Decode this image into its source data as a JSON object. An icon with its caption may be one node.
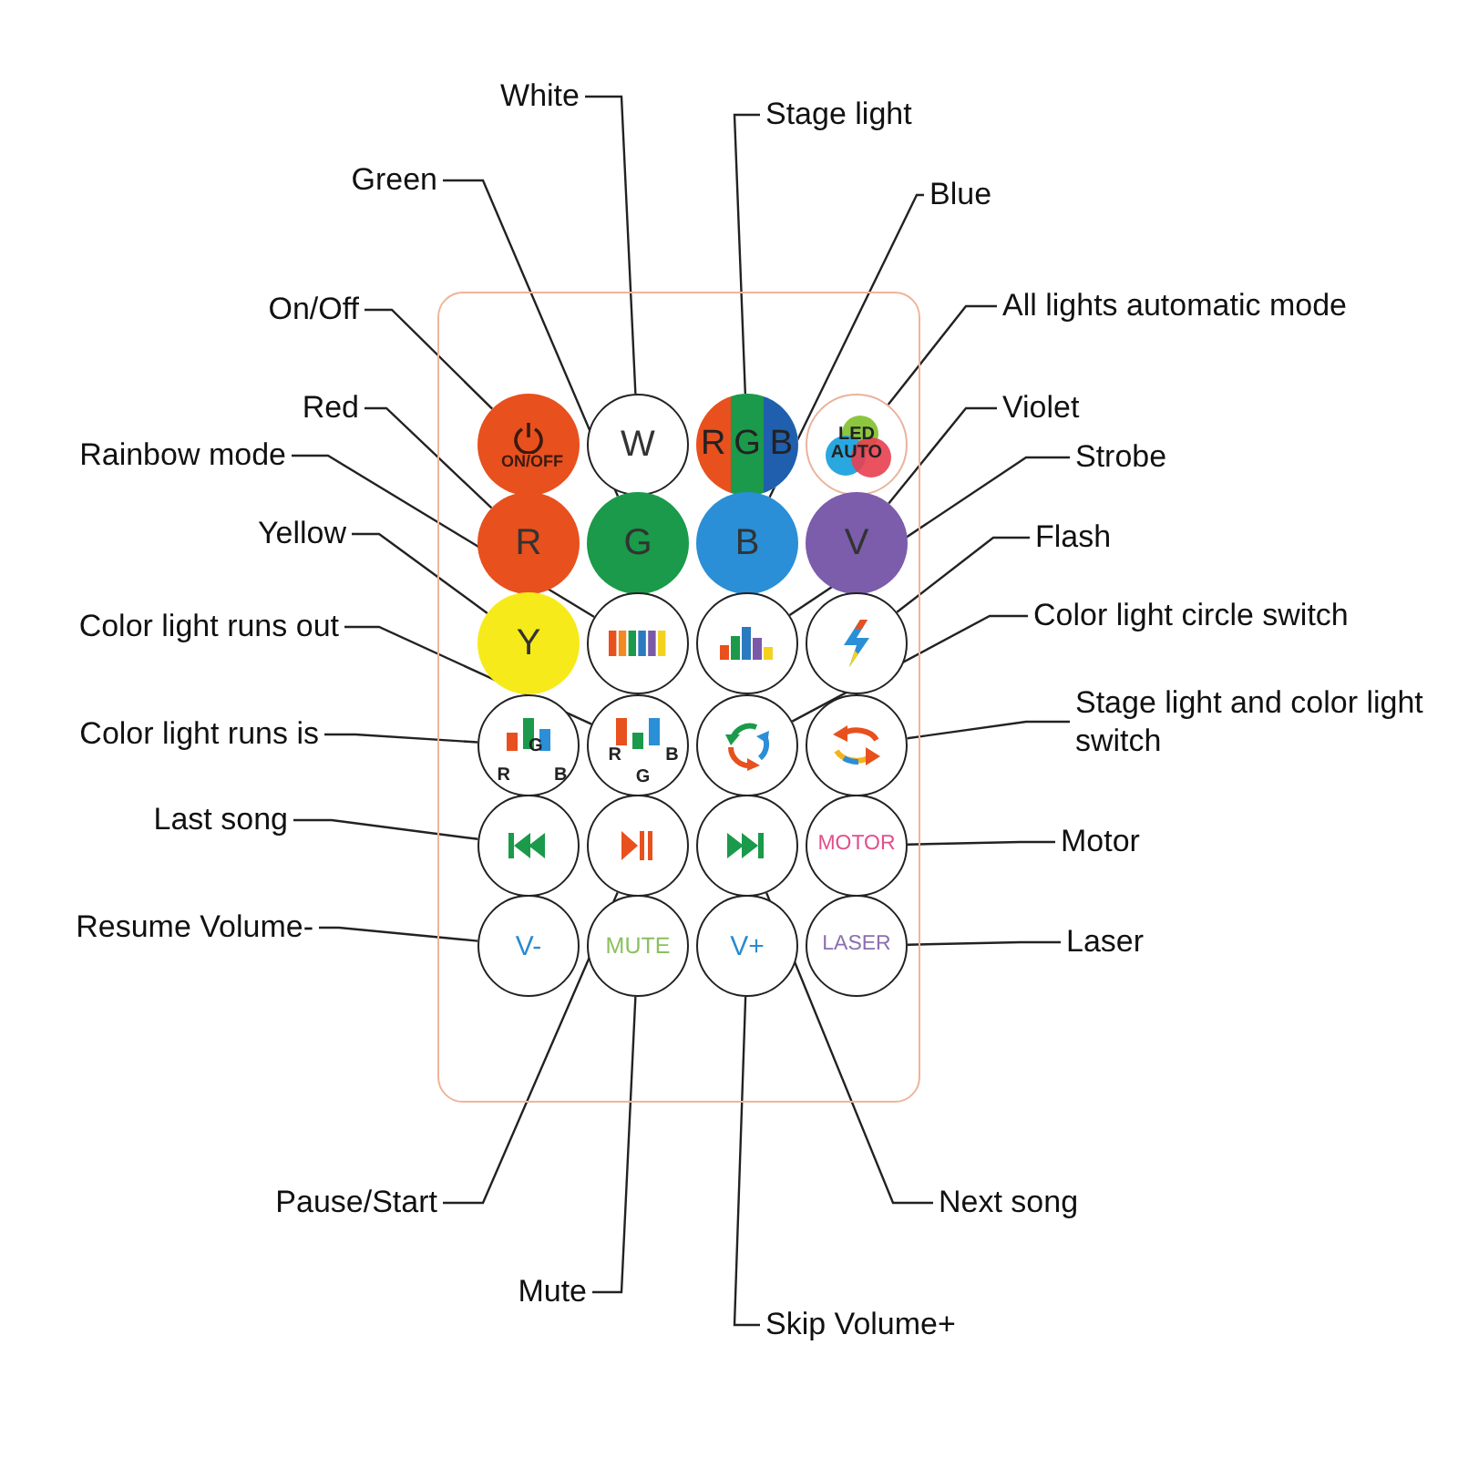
{
  "diagram": {
    "nodes": [
      {
        "text": [],
        "shape": "box"
      },
      {
        "text": [
          "ON/OFF"
        ],
        "in": 0
      },
      {
        "text": [
          "W"
        ],
        "in": 0
      },
      {
        "text": [
          "R",
          "G",
          "B"
        ],
        "in": 0
      },
      {
        "text": [
          "LED AUTO"
        ],
        "in": 0
      },
      {
        "text": [
          "R"
        ],
        "in": 0
      },
      {
        "text": [
          "G"
        ],
        "in": 0
      },
      {
        "text": [
          "B"
        ],
        "in": 0
      },
      {
        "text": [
          "V"
        ],
        "in": 0
      },
      {
        "text": [
          "Y"
        ],
        "in": 0
      },
      {
        "text": [],
        "shape": "circle",
        "in": 0
      },
      {
        "text": [],
        "shape": "circle",
        "in": 0
      },
      {
        "text": [],
        "shape": "circle",
        "in": 0
      },
      {
        "text": [
          "G",
          "R",
          "B"
        ],
        "in": 0
      },
      {
        "text": [
          "R",
          "B",
          "G"
        ],
        "in": 0
      },
      {
        "text": [],
        "shape": "circle",
        "in": 0
      },
      {
        "text": [],
        "shape": "circle",
        "in": 0
      },
      {
        "text": [],
        "shape": "circle",
        "in": 0
      },
      {
        "text": [],
        "shape": "circle",
        "in": 0
      },
      {
        "text": [],
        "shape": "circle",
        "in": 0
      },
      {
        "text": [
          "MOTOR"
        ],
        "in": 0
      },
      {
        "text": [
          "V-"
        ],
        "in": 0
      },
      {
        "text": [
          "MUTE"
        ],
        "in": 0
      },
      {
        "text": [
          "V+"
        ],
        "in": 0
      },
      {
        "text": [
          "LASER"
        ],
        "in": 0
      },
      {
        "text": [
          "White"
        ]
      },
      {
        "text": [
          "Stage light"
        ]
      },
      {
        "text": [
          "Green"
        ]
      },
      {
        "text": [
          "Blue"
        ]
      },
      {
        "text": [
          "On/Off"
        ]
      },
      {
        "text": [
          "All lights automatic mode"
        ]
      },
      {
        "text": [
          "Red"
        ]
      },
      {
        "text": [
          "Violet"
        ]
      },
      {
        "text": [
          "Rainbow mode"
        ]
      },
      {
        "text": [
          "Strobe"
        ]
      },
      {
        "text": [
          "Yellow"
        ]
      },
      {
        "text": [
          "Flash"
        ]
      },
      {
        "text": [
          "Color light runs out"
        ]
      },
      {
        "text": [
          "Color light circle switch"
        ]
      },
      {
        "text": [
          "Color light runs is"
        ]
      },
      {
        "text": [
          "Stage light and color light switch"
        ]
      },
      {
        "text": [
          "Last song"
        ]
      },
      {
        "text": [
          "Motor"
        ]
      },
      {
        "text": [
          "Resume Volume-"
        ]
      },
      {
        "text": [
          "Laser"
        ]
      },
      {
        "text": [
          "Pause/Start"
        ]
      },
      {
        "text": [
          "Next song"
        ]
      },
      {
        "text": [
          "Mute"
        ]
      },
      {
        "text": [
          "Skip Volume+"
        ]
      }
    ],
    "edges": [
      {
        "from": 25,
        "to": 2,
        "arrow": "none"
      },
      {
        "from": 26,
        "to": 3,
        "arrow": "none"
      },
      {
        "from": 27,
        "to": 6,
        "arrow": "none"
      },
      {
        "from": 28,
        "to": 7,
        "arrow": "none"
      },
      {
        "from": 29,
        "to": 1,
        "arrow": "none"
      },
      {
        "from": 30,
        "to": 4,
        "arrow": "none"
      },
      {
        "from": 31,
        "to": 5,
        "arrow": "none"
      },
      {
        "from": 32,
        "to": 8,
        "arrow": "none"
      },
      {
        "from": 33,
        "to": 10,
        "arrow": "none"
      },
      {
        "from": 34,
        "to": 11,
        "arrow": "none"
      },
      {
        "from": 35,
        "to": 9,
        "arrow": "none"
      },
      {
        "from": 36,
        "to": 12,
        "arrow": "none"
      },
      {
        "from": 37,
        "to": 14,
        "arrow": "none"
      },
      {
        "from": 38,
        "to": 15,
        "arrow": "none"
      },
      {
        "from": 39,
        "to": 13,
        "arrow": "none"
      },
      {
        "from": 40,
        "to": 16,
        "arrow": "none"
      },
      {
        "from": 41,
        "to": 17,
        "arrow": "none"
      },
      {
        "from": 42,
        "to": 20,
        "arrow": "none"
      },
      {
        "from": 43,
        "to": 21,
        "arrow": "none"
      },
      {
        "from": 44,
        "to": 24,
        "arrow": "none"
      },
      {
        "from": 45,
        "to": 18,
        "arrow": "none"
      },
      {
        "from": 46,
        "to": 19,
        "arrow": "none"
      },
      {
        "from": 47,
        "to": 22,
        "arrow": "none"
      },
      {
        "from": 48,
        "to": 23,
        "arrow": "none"
      }
    ]
  }
}
